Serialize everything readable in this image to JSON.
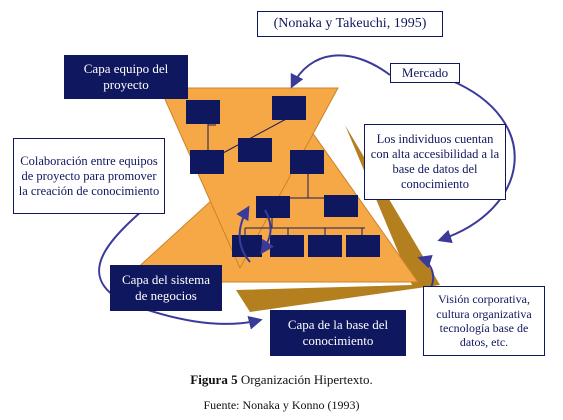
{
  "citation": "(Nonaka y Takeuchi, 1995)",
  "layers": {
    "project_team": "Capa equipo del proyecto",
    "business_system": "Capa del sistema de negocios",
    "knowledge_base": "Capa de la base del conocimiento"
  },
  "notes": {
    "market": "Mercado",
    "collaboration": "Colaboración entre equipos de proyecto para promover la creación de conocimiento",
    "individuals": "Los individuos cuentan con alta accesibilidad a la base de datos del conocimiento",
    "vision": "Visión corporativa, cultura organizativa tecnología base de datos, etc."
  },
  "caption": {
    "figure_number": "Figura 5",
    "figure_title": "Organización Hipertexto."
  },
  "source": "Fuente: Nonaka y Konno (1993)",
  "colors": {
    "navy": "#0f175e",
    "orange": "#f7a846",
    "brown": "#b37f1f",
    "arrow": "#3a3a9a"
  }
}
